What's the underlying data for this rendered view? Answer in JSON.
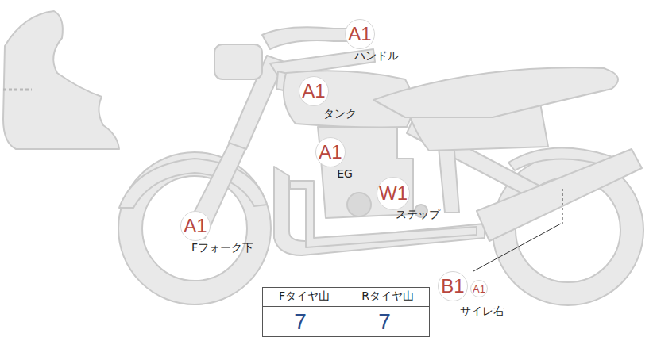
{
  "diagram": {
    "nodes": [
      {
        "text": [
          "A1"
        ]
      },
      {
        "text": [
          "A1"
        ]
      },
      {
        "text": [
          "A1"
        ]
      },
      {
        "text": [
          "W1"
        ]
      },
      {
        "text": [
          "A1"
        ]
      },
      {
        "text": [
          "B1"
        ]
      },
      {
        "text": [
          "A1"
        ]
      }
    ],
    "labels": [
      "ハンドル",
      "タンク",
      "EG",
      "ステップ",
      "Fフォーク下",
      "サイレ右",
      "Fタイヤ山",
      "Rタイヤ山",
      "7",
      "7"
    ]
  }
}
